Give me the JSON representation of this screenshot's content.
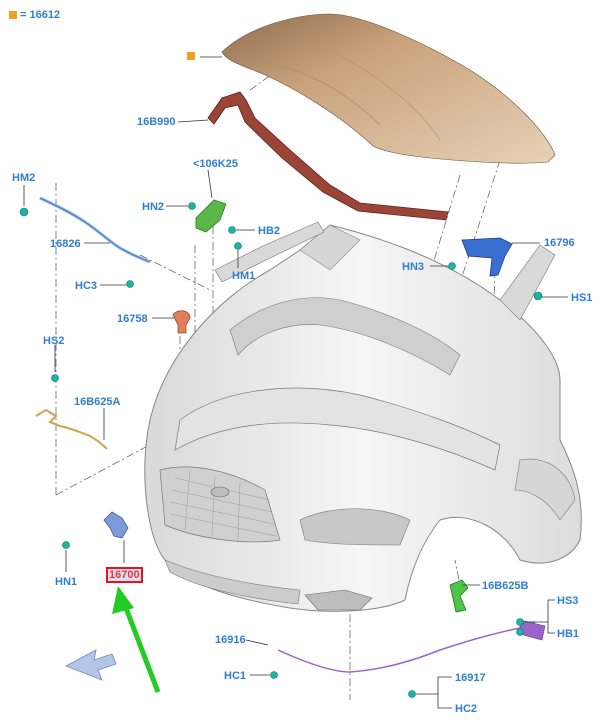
{
  "legend": {
    "text": "= 16612",
    "color": "#f0a020"
  },
  "labels": {
    "hood_trim": "16B990",
    "hinge_bracket": "<106K25",
    "hm2": "HM2",
    "hn2": "HN2",
    "hb2": "HB2",
    "hm1": "HM1",
    "hinge_16826": "16826",
    "hc3": "HC3",
    "bumper_16758": "16758",
    "hs2": "HS2",
    "latch_cable": "16B625A",
    "latch_selected": "16700",
    "hn1": "HN1",
    "support_16796": "16796",
    "hn3": "HN3",
    "hs1": "HS1",
    "release_16B625B": "16B625B",
    "hs3": "HS3",
    "hb1": "HB1",
    "cable_16916": "16916",
    "hc1": "HC1",
    "cable_16917": "16917",
    "hc2": "HC2"
  },
  "colors": {
    "label_blue": "#2f7fd0",
    "hood": "#c9a27c",
    "seal": "#8a3b30",
    "highlight_arrow": "#22cc22",
    "selected_outline": "#e11111",
    "car_body": "#eeeeee",
    "bracket_blue": "#3a6ed0",
    "bracket_green": "#59b84a",
    "cable_purple": "#9a64c8",
    "fastener_teal": "#1fb3a6"
  },
  "icons": [
    "hood-panel",
    "hood-seal",
    "car-front-body",
    "fastener-icon",
    "green-pointer-arrow",
    "view-direction-arrow"
  ]
}
